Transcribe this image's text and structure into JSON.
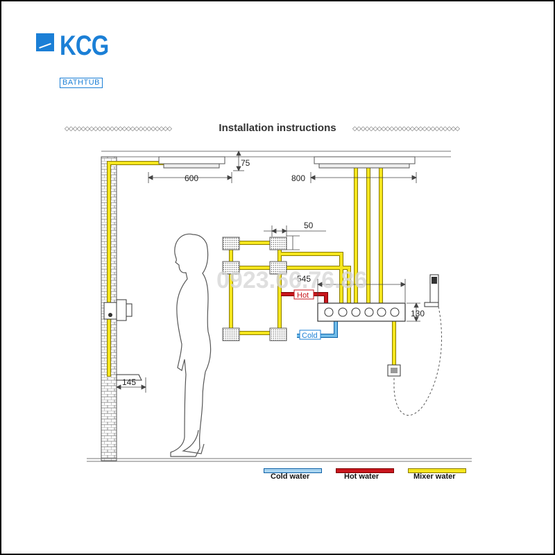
{
  "brand": {
    "name": "KCG",
    "sub": "BATHTUB"
  },
  "title": "Installation instructions",
  "decoration": "◇◇◇◇◇◇◇◇◇◇◇◇◇◇◇◇◇◇◇◇◇◇◇◇◇◇",
  "watermark": "0923.66.76.86",
  "dimensions": {
    "ceiling_gap": "75",
    "small_head": "600",
    "big_head": "800",
    "spray_offset": "50",
    "mixer_width": "545",
    "mixer_height": "130",
    "shelf_depth": "145"
  },
  "tags": {
    "hot": "Hot",
    "cold": "Cold"
  },
  "legend": {
    "cold": {
      "label": "Cold water",
      "color": "#a9d4f0"
    },
    "hot": {
      "label": "Hot water",
      "color": "#c8161d"
    },
    "mixer": {
      "label": "Mixer water",
      "color": "#f5e61e"
    }
  }
}
